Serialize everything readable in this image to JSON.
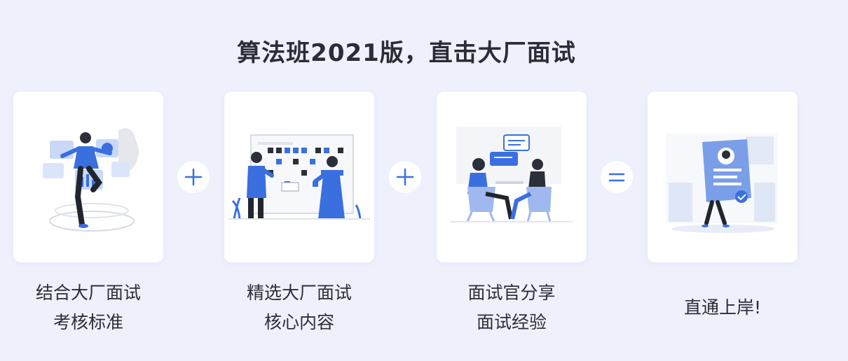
{
  "title": "算法班2021版，直击大厂面试",
  "accent": "#3a6fe0",
  "steps": [
    {
      "illustration": "dashboard-person-illustration",
      "line1": "结合大厂面试",
      "line2": "考核标准"
    },
    {
      "illustration": "whiteboard-team-illustration",
      "line1": "精选大厂面试",
      "line2": "核心内容"
    },
    {
      "illustration": "interview-meeting-illustration",
      "line1": "面试官分享",
      "line2": "面试经验"
    },
    {
      "illustration": "resume-success-illustration",
      "line1": "直通上岸!",
      "line2": ""
    }
  ],
  "operators": [
    "plus",
    "plus",
    "equals"
  ]
}
